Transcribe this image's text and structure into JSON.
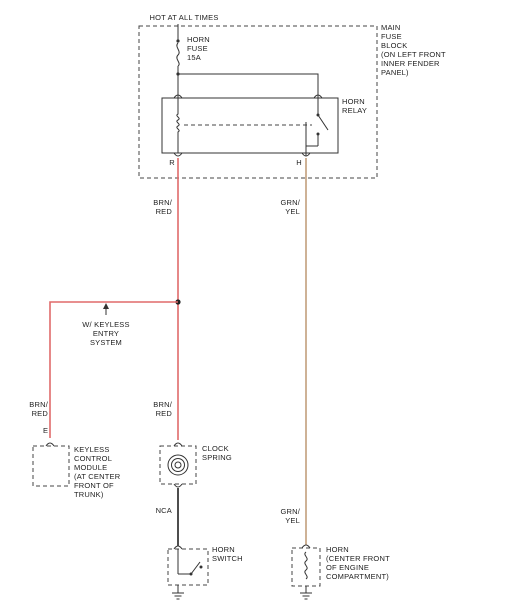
{
  "labels": {
    "hot_at_all_times": "HOT AT ALL TIMES",
    "horn_fuse": [
      "HORN",
      "FUSE",
      "15A"
    ],
    "main_fuse_block": [
      "MAIN",
      "FUSE",
      "BLOCK",
      "(ON LEFT FRONT",
      "INNER FENDER",
      "PANEL)"
    ],
    "horn_relay": [
      "HORN",
      "RELAY"
    ],
    "relay_pin_r": "R",
    "relay_pin_h": "H",
    "brn_red_top": [
      "BRN/",
      "RED"
    ],
    "grn_yel_top": [
      "GRN/",
      "YEL"
    ],
    "keyless": [
      "W/ KEYLESS",
      "ENTRY",
      "SYSTEM"
    ],
    "brn_red_left": [
      "BRN/",
      "RED"
    ],
    "brn_red_mid": [
      "BRN/",
      "RED"
    ],
    "pin_e": "E",
    "keyless_module": [
      "KEYLESS",
      "CONTROL",
      "MODULE",
      "(AT CENTER",
      "FRONT OF",
      "TRUNK)"
    ],
    "clock_spring": [
      "CLOCK",
      "SPRING"
    ],
    "nca": "NCA",
    "grn_yel_bottom": [
      "GRN/",
      "YEL"
    ],
    "horn_switch": [
      "HORN",
      "SWITCH"
    ],
    "horn": [
      "HORN",
      "(CENTER FRONT",
      "OF ENGINE",
      "COMPARTMENT)"
    ]
  },
  "colors": {
    "brn_red_wire": "#e06a6a",
    "grn_yel_wire": "#b9916a",
    "black_wire": "#222222",
    "line": "#333333"
  }
}
